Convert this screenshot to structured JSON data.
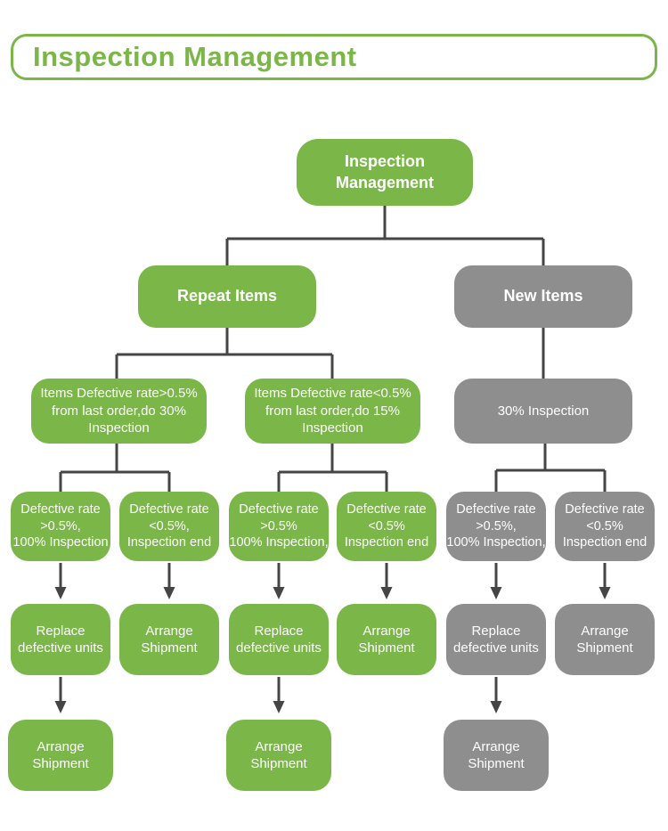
{
  "header": {
    "title": "Inspection Management"
  },
  "colors": {
    "green": "#7ab648",
    "gray": "#8e8e8e",
    "connector": "#454545",
    "node_text": "#ffffff",
    "background": "#ffffff"
  },
  "flowchart": {
    "nodes": [
      {
        "id": "root",
        "color": "green",
        "lines": [
          "Inspection",
          "Management"
        ]
      },
      {
        "id": "repeat-items",
        "color": "green",
        "lines": [
          "Repeat Items"
        ]
      },
      {
        "id": "new-items",
        "color": "gray",
        "lines": [
          "New Items"
        ]
      },
      {
        "id": "repeat-30-inspection",
        "color": "green",
        "lines": [
          "Items Defective rate>0.5%",
          "from last order,do 30%",
          "Inspection"
        ]
      },
      {
        "id": "repeat-15-inspection",
        "color": "green",
        "lines": [
          "Items Defective rate<0.5%",
          "from last order,do 15%",
          "Inspection"
        ]
      },
      {
        "id": "new-30-inspection",
        "color": "gray",
        "lines": [
          "30% Inspection"
        ]
      },
      {
        "id": "r1-defect-high",
        "color": "green",
        "lines": [
          "Defective rate",
          ">0.5%,",
          "100% Inspection"
        ]
      },
      {
        "id": "r1-defect-low",
        "color": "green",
        "lines": [
          "Defective rate",
          "<0.5%,",
          "Inspection end"
        ]
      },
      {
        "id": "r2-defect-high",
        "color": "green",
        "lines": [
          "Defective rate",
          ">0.5%",
          "100% Inspection,"
        ]
      },
      {
        "id": "r2-defect-low",
        "color": "green",
        "lines": [
          "Defective rate",
          "<0.5%",
          "Inspection end"
        ]
      },
      {
        "id": "r3-defect-high",
        "color": "gray",
        "lines": [
          "Defective rate",
          ">0.5%,",
          "100% Inspection,"
        ]
      },
      {
        "id": "r3-defect-low",
        "color": "gray",
        "lines": [
          "Defective rate",
          "<0.5%",
          "Inspection end"
        ]
      },
      {
        "id": "r1-replace",
        "color": "green",
        "lines": [
          "Replace",
          "defective units"
        ]
      },
      {
        "id": "r1-ship",
        "color": "green",
        "lines": [
          "Arrange",
          "Shipment"
        ]
      },
      {
        "id": "r2-replace",
        "color": "green",
        "lines": [
          "Replace",
          "defective units"
        ]
      },
      {
        "id": "r2-ship",
        "color": "green",
        "lines": [
          "Arrange",
          "Shipment"
        ]
      },
      {
        "id": "r3-replace",
        "color": "gray",
        "lines": [
          "Replace",
          "defective units"
        ]
      },
      {
        "id": "r3-ship",
        "color": "gray",
        "lines": [
          "Arrange",
          "Shipment"
        ]
      },
      {
        "id": "r1-ship-final",
        "color": "green",
        "lines": [
          "Arrange",
          "Shipment"
        ]
      },
      {
        "id": "r2-ship-final",
        "color": "green",
        "lines": [
          "Arrange",
          "Shipment"
        ]
      },
      {
        "id": "r3-ship-final",
        "color": "gray",
        "lines": [
          "Arrange",
          "Shipment"
        ]
      }
    ],
    "edges": [
      {
        "from": "root",
        "to": "repeat-items",
        "arrow": false
      },
      {
        "from": "root",
        "to": "new-items",
        "arrow": false
      },
      {
        "from": "repeat-items",
        "to": "repeat-30-inspection",
        "arrow": false
      },
      {
        "from": "repeat-items",
        "to": "repeat-15-inspection",
        "arrow": false
      },
      {
        "from": "new-items",
        "to": "new-30-inspection",
        "arrow": false
      },
      {
        "from": "repeat-30-inspection",
        "to": "r1-defect-high",
        "arrow": false
      },
      {
        "from": "repeat-30-inspection",
        "to": "r1-defect-low",
        "arrow": false
      },
      {
        "from": "repeat-15-inspection",
        "to": "r2-defect-high",
        "arrow": false
      },
      {
        "from": "repeat-15-inspection",
        "to": "r2-defect-low",
        "arrow": false
      },
      {
        "from": "new-30-inspection",
        "to": "r3-defect-high",
        "arrow": false
      },
      {
        "from": "new-30-inspection",
        "to": "r3-defect-low",
        "arrow": false
      },
      {
        "from": "r1-defect-high",
        "to": "r1-replace",
        "arrow": true
      },
      {
        "from": "r1-defect-low",
        "to": "r1-ship",
        "arrow": true
      },
      {
        "from": "r2-defect-high",
        "to": "r2-replace",
        "arrow": true
      },
      {
        "from": "r2-defect-low",
        "to": "r2-ship",
        "arrow": true
      },
      {
        "from": "r3-defect-high",
        "to": "r3-replace",
        "arrow": true
      },
      {
        "from": "r3-defect-low",
        "to": "r3-ship",
        "arrow": true
      },
      {
        "from": "r1-replace",
        "to": "r1-ship-final",
        "arrow": true
      },
      {
        "from": "r2-replace",
        "to": "r2-ship-final",
        "arrow": true
      },
      {
        "from": "r3-replace",
        "to": "r3-ship-final",
        "arrow": true
      }
    ]
  }
}
